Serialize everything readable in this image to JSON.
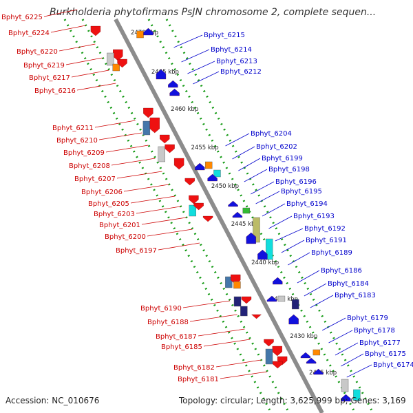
{
  "header": {
    "title": "Burkholderia phytofirmans PsJN chromosome 2, complete sequen..."
  },
  "footer": {
    "accession": "Accession: NC_010676",
    "topology": "Topology: circular; Length: 3,625,999 bp; Genes: 3,169"
  },
  "colors": {
    "left_label": "#cc0000",
    "right_label": "#0000cc",
    "backbone": "#8c8c8c",
    "dots": "#119911",
    "gene_red": "#ee1111",
    "gene_blue": "#1111dd",
    "gene_orange": "#ff8800",
    "gene_cyan": "#11dddd",
    "gene_gray": "#c8c8c8",
    "gene_steelblue": "#4477aa",
    "gene_navy": "#222277",
    "gene_olive": "#bbbb66",
    "gene_green": "#33bb33"
  },
  "kbp_ticks": [
    "2470 kbp",
    "2465 kbp",
    "2460 kbp",
    "2455 kbp",
    "2450 kbp",
    "2445 kbp",
    "2440 kbp",
    "2435 kbp",
    "2430 kbp",
    "2425 kbp"
  ],
  "left_genes": [
    "Bphyt_6225",
    "Bphyt_6224",
    "Bphyt_6220",
    "Bphyt_6219",
    "Bphyt_6217",
    "Bphyt_6216",
    "Bphyt_6211",
    "Bphyt_6210",
    "Bphyt_6209",
    "Bphyt_6208",
    "Bphyt_6207",
    "Bphyt_6206",
    "Bphyt_6205",
    "Bphyt_6203",
    "Bphyt_6201",
    "Bphyt_6200",
    "Bphyt_6197",
    "Bphyt_6190",
    "Bphyt_6188",
    "Bphyt_6187",
    "Bphyt_6185",
    "Bphyt_6182",
    "Bphyt_6181"
  ],
  "right_genes": [
    "Bphyt_6215",
    "Bphyt_6214",
    "Bphyt_6213",
    "Bphyt_6212",
    "Bphyt_6204",
    "Bphyt_6202",
    "Bphyt_6199",
    "Bphyt_6198",
    "Bphyt_6196",
    "Bphyt_6195",
    "Bphyt_6194",
    "Bphyt_6193",
    "Bphyt_6192",
    "Bphyt_6191",
    "Bphyt_6189",
    "Bphyt_6186",
    "Bphyt_6184",
    "Bphyt_6183",
    "Bphyt_6179",
    "Bphyt_6178",
    "Bphyt_6177",
    "Bphyt_6175",
    "Bphyt_6174"
  ]
}
